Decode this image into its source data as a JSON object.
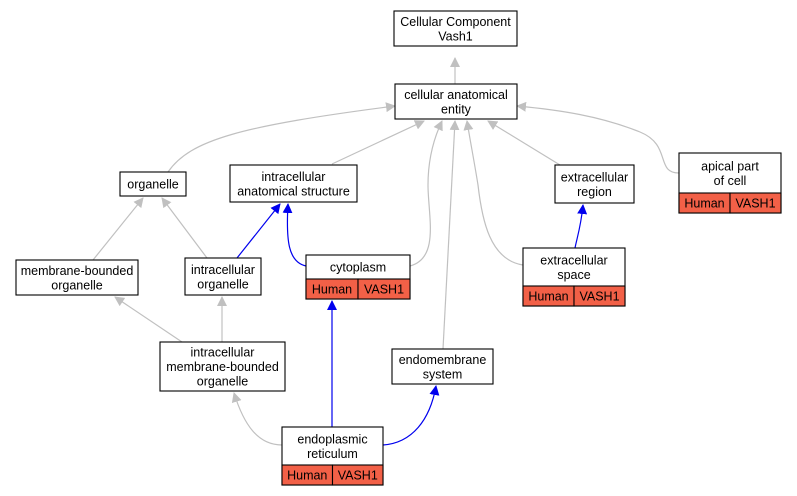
{
  "colors": {
    "gray_edge": "#c0c0c0",
    "blue_edge": "#0000ee",
    "badge_fill": "#f26047",
    "node_fill": "#ffffff",
    "border": "#000000"
  },
  "nodes": {
    "root": {
      "lines": [
        "Cellular Component",
        "Vash1"
      ]
    },
    "cae": {
      "lines": [
        "cellular anatomical",
        "entity"
      ]
    },
    "organelle": {
      "lines": [
        "organelle"
      ]
    },
    "ias": {
      "lines": [
        "intracellular",
        "anatomical structure"
      ]
    },
    "extracellular_region": {
      "lines": [
        "extracellular",
        "region"
      ]
    },
    "apical": {
      "lines": [
        "apical part",
        "of cell"
      ],
      "badges": [
        "Human",
        "VASH1"
      ]
    },
    "mbo": {
      "lines": [
        "membrane-bounded",
        "organelle"
      ]
    },
    "io": {
      "lines": [
        "intracellular",
        "organelle"
      ]
    },
    "cytoplasm": {
      "lines": [
        "cytoplasm"
      ],
      "badges": [
        "Human",
        "VASH1"
      ]
    },
    "extracellular_space": {
      "lines": [
        "extracellular",
        "space"
      ],
      "badges": [
        "Human",
        "VASH1"
      ]
    },
    "imbo": {
      "lines": [
        "intracellular",
        "membrane-bounded",
        "organelle"
      ]
    },
    "endomembrane": {
      "lines": [
        "endomembrane",
        "system"
      ]
    },
    "er": {
      "lines": [
        "endoplasmic",
        "reticulum"
      ],
      "badges": [
        "Human",
        "VASH1"
      ]
    }
  }
}
